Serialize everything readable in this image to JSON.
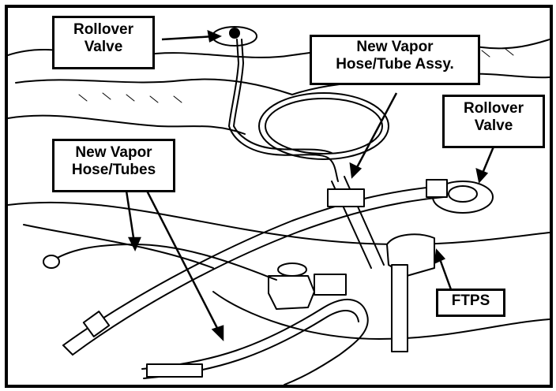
{
  "labels": {
    "rollover_valve_left": {
      "line1": "Rollover",
      "line2": "Valve"
    },
    "new_vapor_assy": {
      "line1": "New Vapor",
      "line2": "Hose/Tube Assy."
    },
    "rollover_valve_right": {
      "line1": "Rollover",
      "line2": "Valve"
    },
    "new_vapor_tubes": {
      "line1": "New Vapor",
      "line2": "Hose/Tubes"
    },
    "ftps": {
      "text": "FTPS"
    }
  },
  "colors": {
    "ink": "#000000",
    "paper": "#ffffff"
  }
}
